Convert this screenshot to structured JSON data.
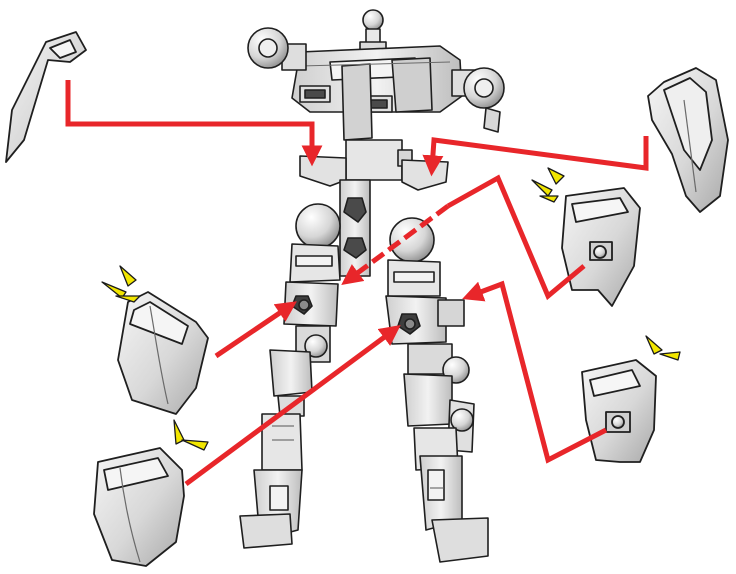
{
  "diagram": {
    "type": "assembly-instruction",
    "background": "#ffffff",
    "colors": {
      "arrow": "#e8262a",
      "highlight": "#f2e600",
      "highlight_outline": "#1a1a1a",
      "part_fill": "#e4e4e4",
      "part_light": "#f4f4f4",
      "part_shadow": "#9a9a9a",
      "outline": "#1f1f1f"
    },
    "skeleton": {
      "name": "robot-inner-frame",
      "icon": "robot-frame-icon"
    },
    "parts": [
      {
        "id": "left-shoulder-armor",
        "icon": "shoulder-armor-icon",
        "highlighted": false,
        "target": "left-shoulder-joint"
      },
      {
        "id": "right-shoulder-armor",
        "icon": "shoulder-armor-icon",
        "highlighted": false,
        "target": "right-shoulder-joint"
      },
      {
        "id": "upper-right-hip-armor",
        "icon": "hip-armor-icon",
        "highlighted": true,
        "target": "left-hip-joint"
      },
      {
        "id": "lower-right-knee-armor",
        "icon": "knee-armor-icon",
        "highlighted": true,
        "target": "right-thigh-joint"
      },
      {
        "id": "upper-left-thigh-armor",
        "icon": "thigh-armor-icon",
        "highlighted": true,
        "target": "left-thigh-joint"
      },
      {
        "id": "lower-left-shin-armor",
        "icon": "shin-armor-icon",
        "highlighted": true,
        "target": "right-thigh-joint"
      }
    ]
  }
}
